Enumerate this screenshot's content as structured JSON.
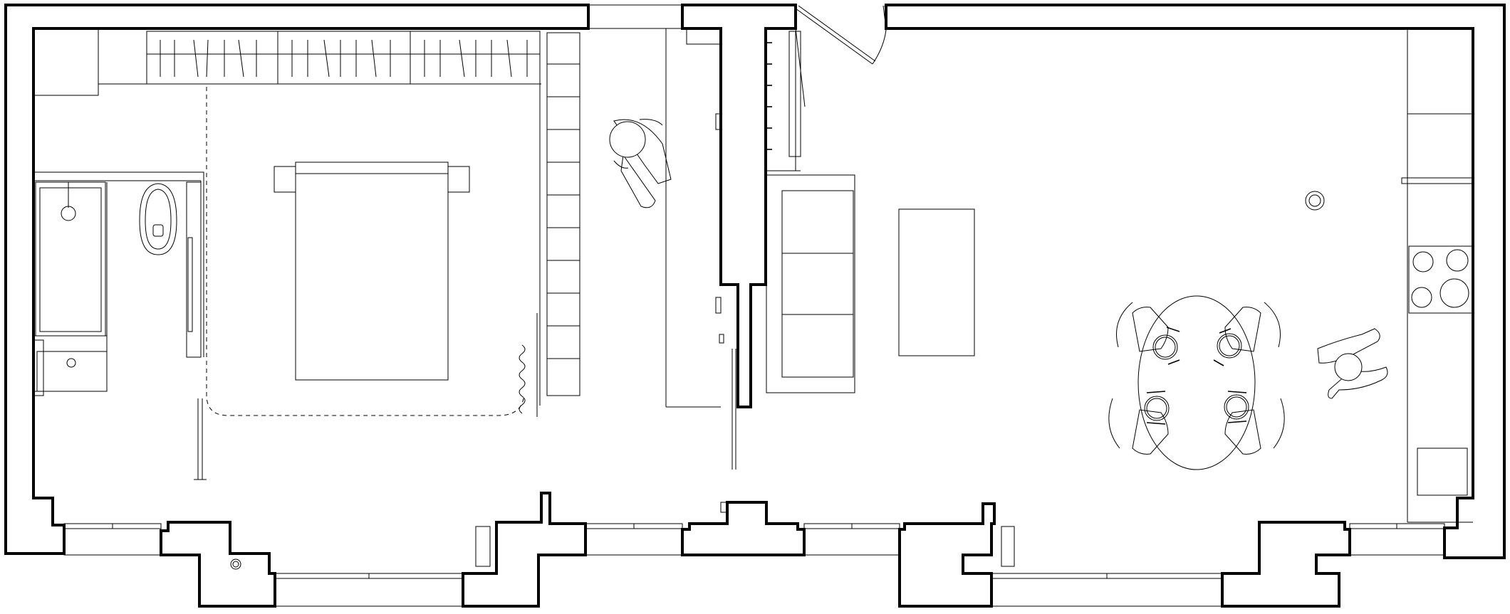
{
  "drawing": {
    "type": "floor-plan",
    "rooms": [
      "bedroom",
      "bathroom",
      "hallway",
      "living-room",
      "kitchen",
      "dining-area"
    ],
    "colors": {
      "line": "#000000",
      "background": "#ffffff"
    }
  }
}
